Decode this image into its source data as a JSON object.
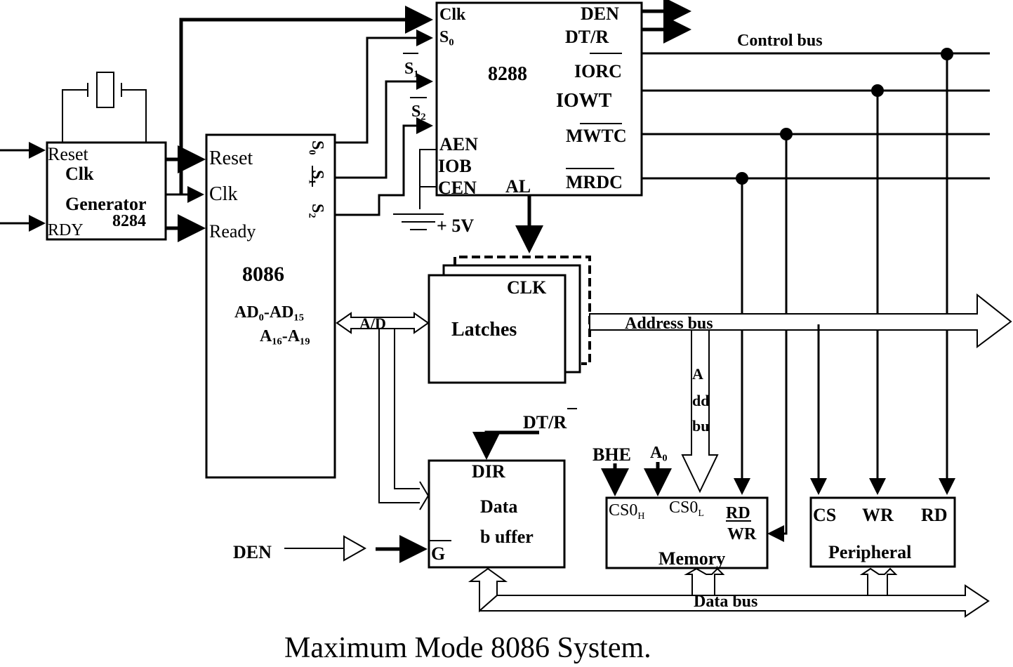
{
  "diagram": {
    "caption": "Maximum Mode 8086 System.",
    "clock_generator": {
      "chip": "8284",
      "name_line1": "Clk",
      "name_line2": "Generator",
      "pins": {
        "reset": "Reset",
        "rdy": "RDY"
      }
    },
    "cpu": {
      "chip": "8086",
      "pins": {
        "reset": "Reset",
        "clk": "Clk",
        "ready": "Ready",
        "s0": "S₀",
        "s1": "S₁",
        "s2": "S₂"
      },
      "bus_pins_line1": "AD₀-AD₁₅",
      "bus_pins_line2": "A₁₆-A₁₉",
      "ad_bus_label": "A/D"
    },
    "bus_controller": {
      "chip": "8288",
      "inputs": {
        "clk": "Clk",
        "s0": "S₀",
        "s1": "S₁",
        "s2": "S₂",
        "aen": "AEN",
        "iob": "IOB",
        "cen": "CEN"
      },
      "outputs": {
        "den": "DEN",
        "dtr": "DT/R",
        "iorc": "IORC",
        "iowt": "IOWT",
        "mwtc": "MWTC",
        "mrdc": "MRDC",
        "al": "AL"
      },
      "supply": "+ 5V"
    },
    "latches": {
      "name": "Latches",
      "clk": "CLK"
    },
    "data_buffer": {
      "line1": "Data",
      "line2": "b uffer",
      "dir": "DIR",
      "g": "G",
      "dtr_input": "DT/R",
      "den_input": "DEN"
    },
    "memory": {
      "name": "Memory",
      "pins": {
        "cs0h": "CS0",
        "cs0h_sub": "H",
        "cs0l": "CS0",
        "cs0l_sub": "L",
        "rd": "RD",
        "wr": "WR"
      },
      "inputs": {
        "bhe": "BHE",
        "a0": "A₀"
      },
      "addr_bus_text": [
        "A",
        "dd",
        "bu"
      ]
    },
    "peripheral": {
      "name": "Peripheral",
      "pins": {
        "cs": "CS",
        "wr": "WR",
        "rd": "RD"
      }
    },
    "buses": {
      "control": "Control bus",
      "address": "Address bus",
      "data": "Data bus"
    }
  }
}
